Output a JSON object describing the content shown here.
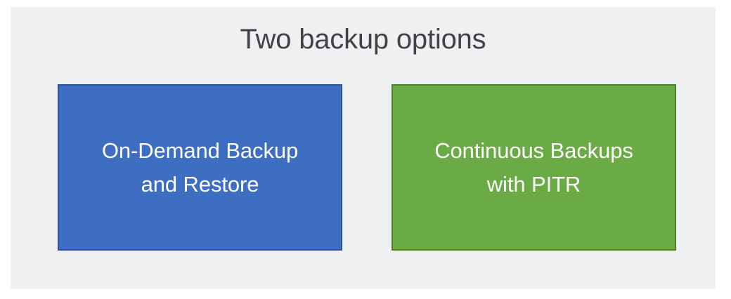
{
  "slide": {
    "title": "Two backup options",
    "background_color": "#eff0f2",
    "title_color": "#404348",
    "options": [
      {
        "id": "on-demand",
        "label": "On-Demand Backup\nand Restore",
        "line_1": "On-Demand Backup",
        "line_2": "and Restore",
        "fill_color": "#3d6ec1",
        "border_color": "#2d5394",
        "text_color": "#ffffff"
      },
      {
        "id": "continuous",
        "label": "Continuous Backups\nwith PITR",
        "line_1": "Continuous Backups",
        "line_2": "with PITR",
        "fill_color": "#6bab46",
        "border_color": "#507e2e",
        "text_color": "#ffffff"
      }
    ]
  }
}
